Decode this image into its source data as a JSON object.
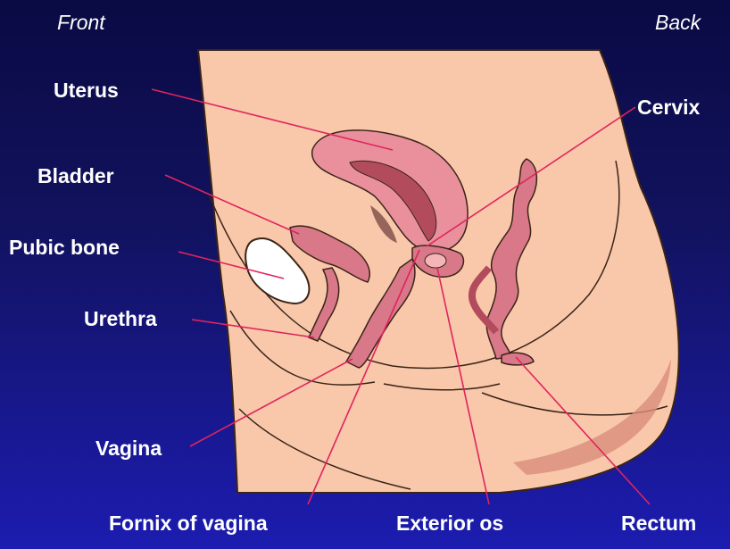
{
  "orientation": {
    "front": "Front",
    "back": "Back"
  },
  "labels": {
    "uterus": "Uterus",
    "bladder": "Bladder",
    "pubic_bone": "Pubic bone",
    "urethra": "Urethra",
    "vagina": "Vagina",
    "fornix": "Fornix of vagina",
    "exterior_os": "Exterior os",
    "rectum": "Rectum",
    "cervix": "Cervix"
  },
  "colors": {
    "background_top": "#0a0a44",
    "background_bottom": "#1c1cb0",
    "skin": "#f9c7a9",
    "organ": "#d97888",
    "organ_dark": "#b24c5c",
    "uterus_fill": "#e9909c",
    "leader_line": "#e0245e"
  }
}
